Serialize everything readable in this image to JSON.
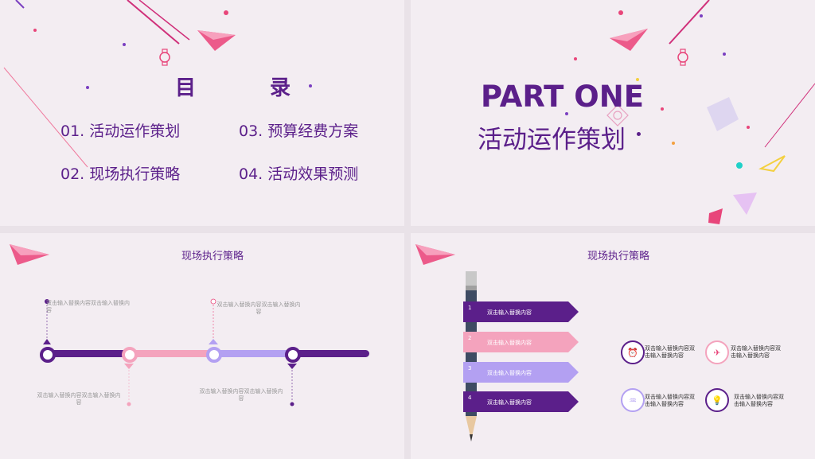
{
  "slide1": {
    "title": "目 录",
    "items": [
      "01. 活动运作策划",
      "02. 现场执行策略",
      "03. 预算经费方案",
      "04. 活动效果预测"
    ]
  },
  "slide2": {
    "part": "PART ONE",
    "subtitle": "活动运作策划"
  },
  "slide3": {
    "heading": "现场执行策略",
    "texts": [
      "双击输入替换内容双击输入替换内容",
      "双击输入替换内容双击输入替换内容",
      "双击输入替换内容双击输入替换内容",
      "双击输入替换内容双击输入替换内容"
    ]
  },
  "slide4": {
    "heading": "现场执行策略",
    "ribbons": [
      {
        "num": "1",
        "text": "双击输入替换内容",
        "color": "#5b1f8a"
      },
      {
        "num": "2",
        "text": "双击输入替换内容",
        "color": "#f4a3bd"
      },
      {
        "num": "3",
        "text": "双击输入替换内容",
        "color": "#b3a0f2"
      },
      {
        "num": "4",
        "text": "双击输入替换内容",
        "color": "#5b1f8a"
      }
    ],
    "icons": [
      {
        "icon": "alarm-clock-icon",
        "text": "双击输入替换内容双击输入替换内容",
        "color": "#5b1f8a"
      },
      {
        "icon": "rocket-icon",
        "text": "双击输入替换内容双击输入替换内容",
        "color": "#f4a3bd"
      },
      {
        "icon": "chart-icon",
        "text": "双击输入替换内容双击输入替换内容",
        "color": "#b3a0f2"
      },
      {
        "icon": "lightbulb-icon",
        "text": "双击输入替换内容双击输入替换内容",
        "color": "#5b1f8a"
      }
    ]
  },
  "colors": {
    "purple": "#5b1f8a",
    "pink": "#f4a3bd",
    "lavender": "#b3a0f2",
    "accent": "#e8457a"
  }
}
